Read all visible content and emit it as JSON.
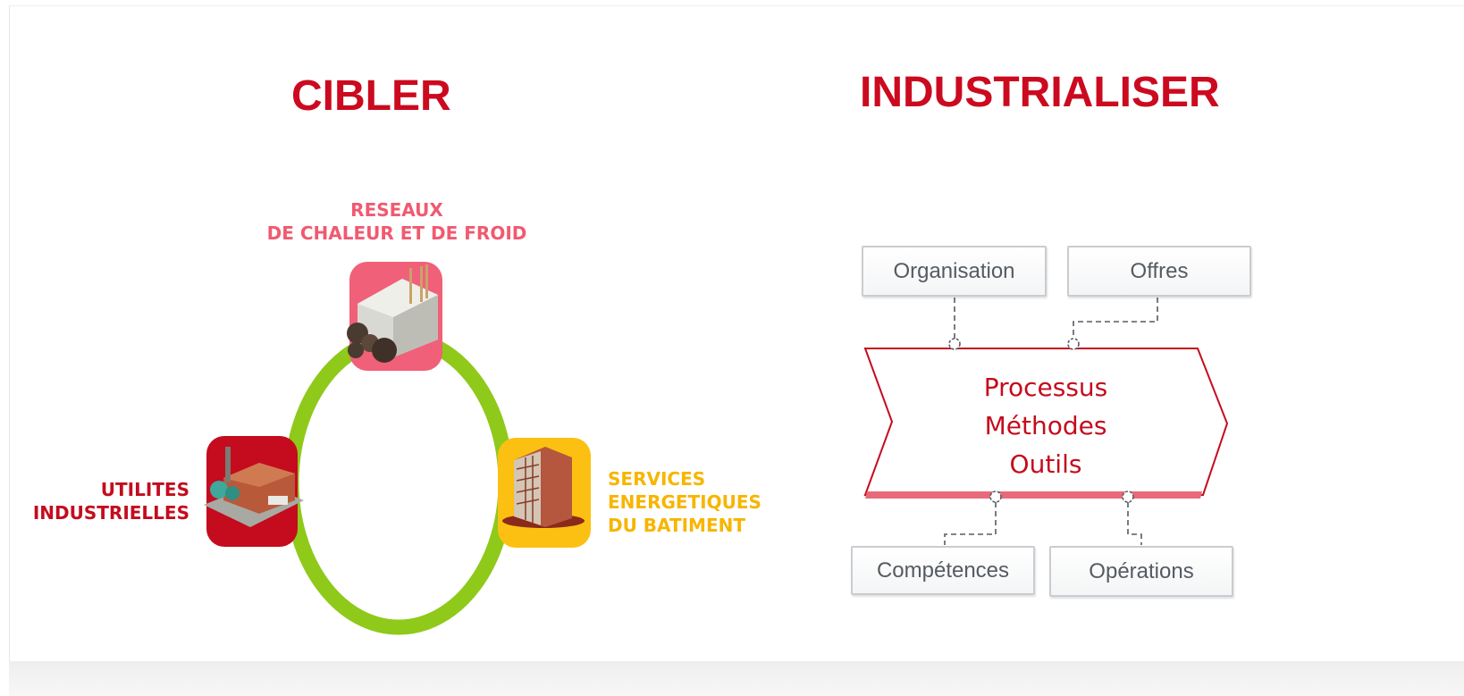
{
  "titles": {
    "left": "CIBLER",
    "right": "INDUSTRIALISER"
  },
  "segments": {
    "reseaux": {
      "line1": "RESEAUX",
      "line2": "DE CHALEUR ET DE FROID",
      "color": "#f05a70",
      "icon": "district-heating-plant-icon"
    },
    "utilites": {
      "line1": "UTILITES",
      "line2": "INDUSTRIELLES",
      "color": "#c40c1e",
      "icon": "industrial-factory-icon"
    },
    "services": {
      "line1": "SERVICES",
      "line2": "ENERGETIQUES",
      "line3": "DU BATIMENT",
      "color": "#f7b500",
      "icon": "office-building-icon"
    }
  },
  "cycle_color": "#8fc91a",
  "process": {
    "line1": "Processus",
    "line2": "Méthodes",
    "line3": "Outils",
    "color": "#c40c1e"
  },
  "boxes": {
    "organisation": "Organisation",
    "offres": "Offres",
    "competences": "Compétences",
    "operations": "Opérations"
  }
}
